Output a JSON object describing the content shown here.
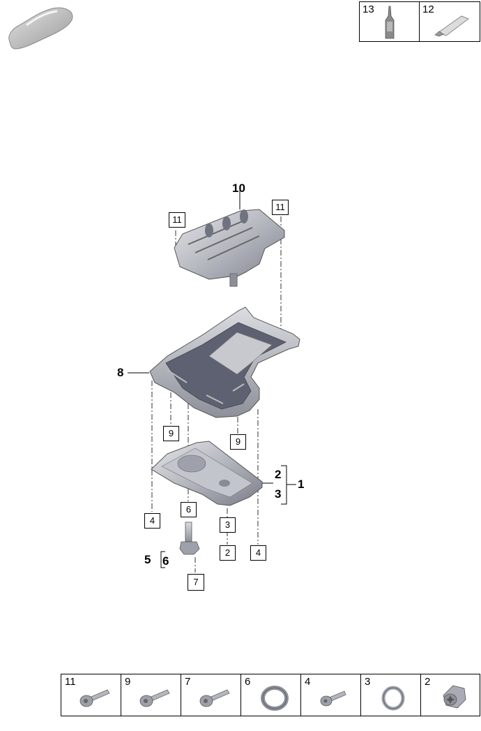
{
  "top_legend": [
    {
      "number": "13",
      "icon": "oil-bottle-icon"
    },
    {
      "number": "12",
      "icon": "sealant-tube-icon"
    }
  ],
  "callouts": {
    "upper_baffle": "10",
    "oil_pan_upper": "8",
    "oil_pan_lower_a": "2",
    "oil_pan_lower_b": "3",
    "oil_pan_assembly": "1",
    "drain_group_a": "5",
    "drain_group_b": "6"
  },
  "boxed_refs": {
    "baffle_left": "11",
    "baffle_right": "11",
    "upper_left": "9",
    "upper_right": "9",
    "lower_left": "4",
    "plug_seal": "6",
    "lower_mid_a": "3",
    "lower_mid_b": "2",
    "lower_right": "4",
    "plug_bottom": "7"
  },
  "bottom_legend": [
    {
      "number": "11",
      "icon": "bolt-icon"
    },
    {
      "number": "9",
      "icon": "bolt-icon"
    },
    {
      "number": "7",
      "icon": "bolt-icon"
    },
    {
      "number": "6",
      "icon": "seal-ring-icon"
    },
    {
      "number": "4",
      "icon": "bolt-icon"
    },
    {
      "number": "3",
      "icon": "washer-icon"
    },
    {
      "number": "2",
      "icon": "drain-plug-icon"
    }
  ]
}
